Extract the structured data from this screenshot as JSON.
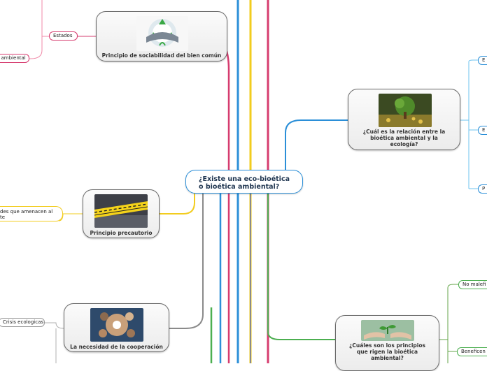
{
  "central": {
    "line1": "¿Existe una eco-bioética",
    "line2": "o bioética ambiental?"
  },
  "topics": {
    "sociabilidad": {
      "label": "Principio de sociabilidad del bien común",
      "image": "handshake-recycle-image"
    },
    "precautorio": {
      "label": "Principio precautorio",
      "image": "caution-tape-image"
    },
    "cooperacion": {
      "label": "La necesidad de la cooperación",
      "image": "hands-together-image"
    },
    "relacion": {
      "line1": "¿Cuál es la relación entre la",
      "line2": "bioética ambiental y la",
      "line3": "ecología?",
      "image": "tree-coins-image"
    },
    "principios": {
      "line1": "¿Cuáles son los principios",
      "line2": "que rigen la bioética",
      "line3": "ambiental?",
      "image": "hands-plant-image"
    }
  },
  "leaves": {
    "estados": "Estados",
    "ambiental": "a ambiental",
    "amenacen_1": "des que amenacen al",
    "amenacen_2": "te",
    "crisis": "Crisis ecologicas",
    "e1": "E",
    "e2": "E",
    "p": "P",
    "no_maleficencia": "No malefi",
    "beneficencia": "Beneficen"
  },
  "colors": {
    "blue": "#2b8fd8",
    "green": "#4caf50",
    "yellow": "#f2cc1e",
    "grey": "#8a8a8a",
    "pink": "#d63c6f",
    "red": "#d63c6f",
    "lightblue": "#6ec3ef",
    "olive": "#66a64b",
    "lightyellow": "#e8d23a",
    "lightpink": "#f08aa8",
    "lightgrey": "#b0b0b0"
  }
}
